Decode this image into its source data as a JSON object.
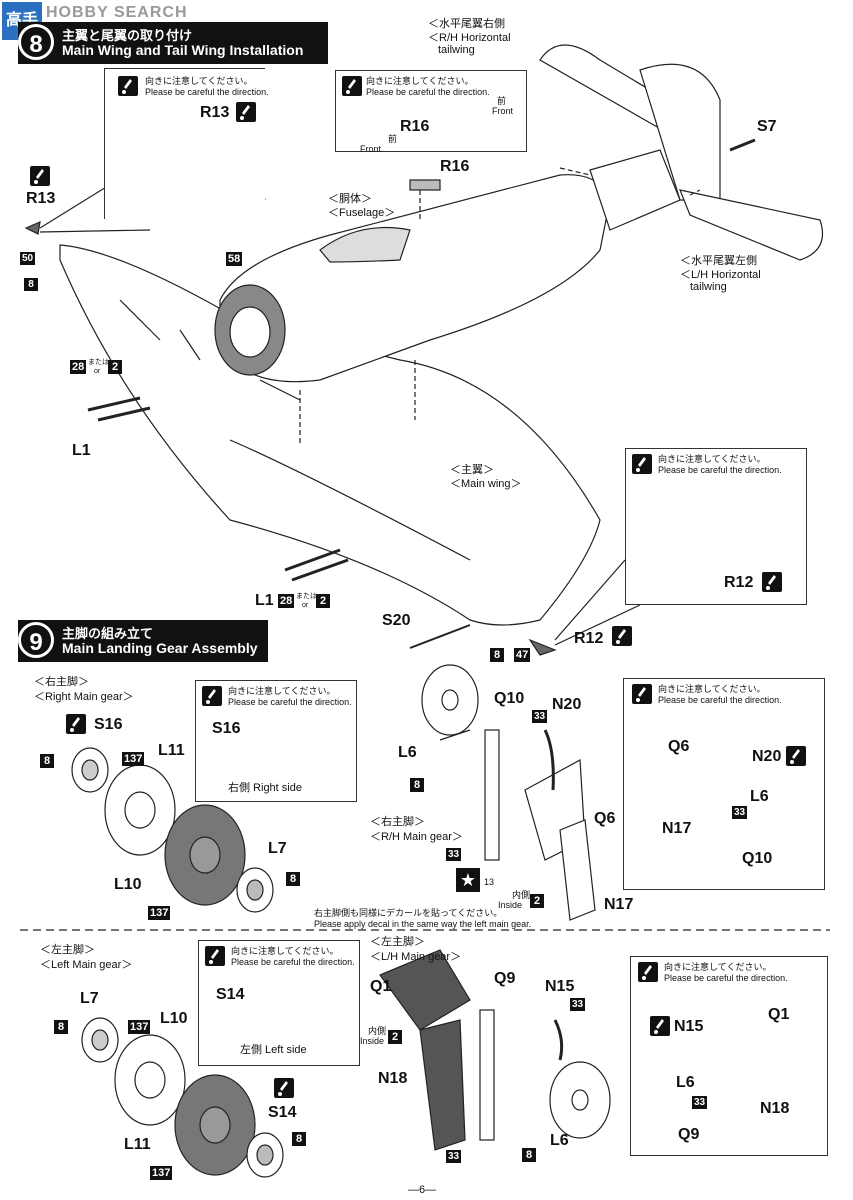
{
  "watermark": {
    "text": "HOBBY SEARCH",
    "badge": "高手"
  },
  "steps": [
    {
      "number": "8",
      "title_jp": "主翼と尾翼の取り付け",
      "title_en": "Main Wing and Tail Wing Installation"
    },
    {
      "number": "9",
      "title_jp": "主脚の組み立て",
      "title_en": "Main Landing Gear Assembly"
    }
  ],
  "caution": {
    "jp": "向きに注意してください。",
    "en": "Please be careful the direction."
  },
  "labels": {
    "rh_tail_jp": "＜水平尾翼右側",
    "rh_tail_en": "＜R/H Horizontal",
    "rh_tail_en2": "tailwing",
    "lh_tail_jp": "＜水平尾翼左側",
    "lh_tail_en": "＜L/H Horizontal",
    "lh_tail_en2": "tailwing",
    "fuselage_jp": "＜胴体＞",
    "fuselage_en": "＜Fuselage＞",
    "mainwing_jp": "＜主翼＞",
    "mainwing_en": "＜Main wing＞",
    "front_jp": "前",
    "front_en": "Front",
    "right_gear_jp": "＜右主脚＞",
    "right_gear_en": "＜Right Main gear＞",
    "left_gear_jp": "＜左主脚＞",
    "left_gear_en": "＜Left Main gear＞",
    "rh_gear_jp": "＜右主脚＞",
    "rh_gear_en": "＜R/H Main gear＞",
    "lh_gear_jp": "＜左主脚＞",
    "lh_gear_en": "＜L/H Main gear＞",
    "right_side": "右側  Right side",
    "left_side": "左側  Left side",
    "inside_jp": "内側",
    "inside_en": "Inside",
    "or_jp": "または",
    "or_en": "or",
    "decal_jp": "右主脚側も同様にデカールを貼ってください。",
    "decal_en": "Please apply decal in the same way the left main gear.",
    "page": "—6—"
  },
  "parts": {
    "R13": "R13",
    "R16": "R16",
    "S7": "S7",
    "L1": "L1",
    "S20": "S20",
    "R12": "R12",
    "Q10": "Q10",
    "N20": "N20",
    "L6": "L6",
    "Q6": "Q6",
    "N17": "N17",
    "S16": "S16",
    "L11": "L11",
    "L7": "L7",
    "L10": "L10",
    "S14": "S14",
    "Q1": "Q1",
    "Q9": "Q9",
    "N15": "N15",
    "N18": "N18"
  },
  "colors": {
    "8": "8",
    "2": "2",
    "28": "28",
    "33": "33",
    "47": "47",
    "50": "50",
    "58": "58",
    "137": "137",
    "13": "13"
  }
}
